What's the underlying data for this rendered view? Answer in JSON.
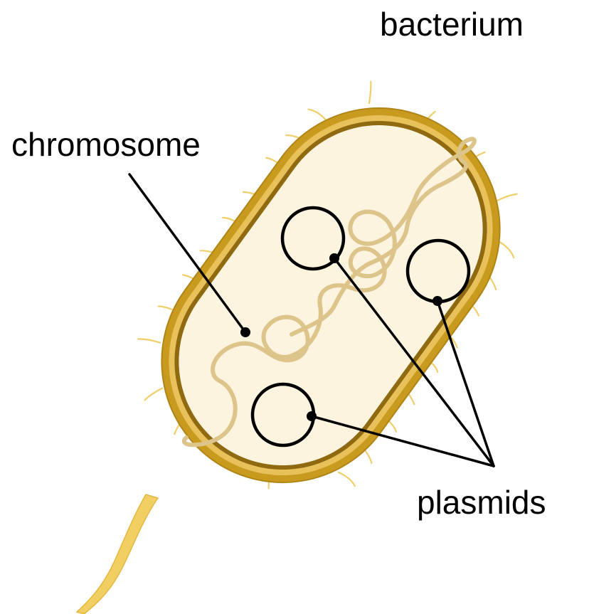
{
  "labels": {
    "bacterium": "bacterium",
    "chromosome": "chromosome",
    "plasmids": "plasmids"
  },
  "colors": {
    "background": "#ffffff",
    "cytoplasm": "#fdf4df",
    "cell_wall_outer": "#c89a1e",
    "cell_wall_inner": "#8f6a10",
    "cell_wall_highlight": "#e8c15a",
    "pili": "#f0cf6a",
    "flagellum": "#f1cf62",
    "chromosome": "#dcc48a",
    "plasmid": "#000000",
    "pointer_line": "#000000",
    "text": "#000000"
  },
  "icons": {
    "cell": "rod-shaped-bacterium-icon",
    "plasmid": "circle-ring-icon",
    "chromosome": "coiled-strand-icon"
  }
}
